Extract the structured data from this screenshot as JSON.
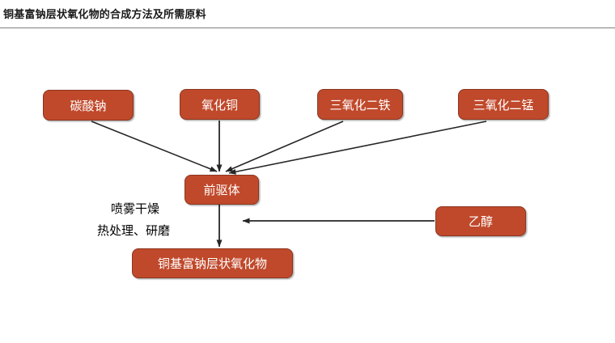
{
  "header": {
    "title": "铜基富钠层状氧化物的合成方法及所需原料"
  },
  "diagram": {
    "type": "flowchart",
    "theme": {
      "node_fill": "#C0492B",
      "node_border": "#8C3620",
      "node_text": "#FFFFFF",
      "edge_color": "#262626",
      "label_text": "#000000",
      "divider": "#7F7F7F",
      "background": "#FFFFFF"
    },
    "nodes": [
      {
        "id": "sodium-carbonate",
        "label": "碳酸钠",
        "role": "raw-material"
      },
      {
        "id": "copper-oxide",
        "label": "氧化铜",
        "role": "raw-material"
      },
      {
        "id": "iron-oxide",
        "label": "三氧化二铁",
        "role": "raw-material"
      },
      {
        "id": "manganese-oxide",
        "label": "三氧化二锰",
        "role": "raw-material"
      },
      {
        "id": "precursor",
        "label": "前驱体",
        "role": "intermediate"
      },
      {
        "id": "ethanol",
        "label": "乙醇",
        "role": "solvent"
      },
      {
        "id": "product",
        "label": "铜基富钠层状氧化物",
        "role": "product"
      }
    ],
    "process_labels": [
      {
        "id": "spray-drying",
        "text": "喷雾干燥"
      },
      {
        "id": "heat-treatment",
        "text": "热处理、研磨"
      }
    ],
    "edges": [
      {
        "from": "sodium-carbonate",
        "to": "precursor",
        "arrow": true
      },
      {
        "from": "copper-oxide",
        "to": "precursor",
        "arrow": true
      },
      {
        "from": "iron-oxide",
        "to": "precursor",
        "arrow": true
      },
      {
        "from": "manganese-oxide",
        "to": "precursor",
        "arrow": true
      },
      {
        "from": "precursor",
        "to": "product",
        "arrow": true
      },
      {
        "from": "ethanol",
        "to": "process",
        "arrow": true
      }
    ]
  }
}
